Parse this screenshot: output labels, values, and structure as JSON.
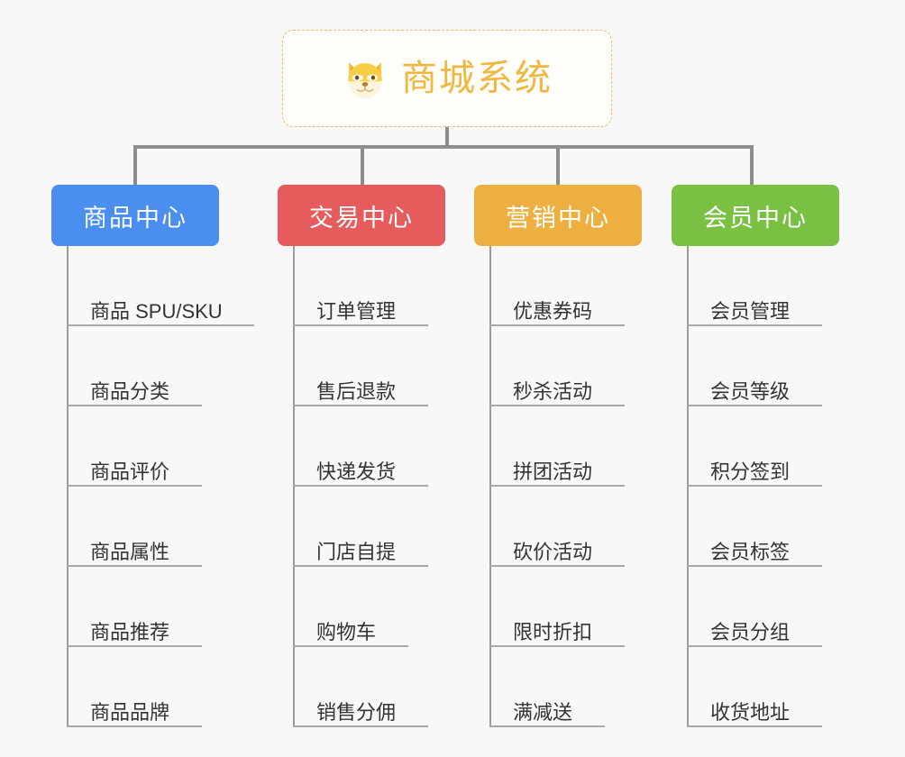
{
  "page": {
    "background_color": "#f8f8f8",
    "diagram_type": "mindmap-tree"
  },
  "root": {
    "title": "商城系统",
    "icon": "shiba-dog-emoji",
    "text_color": "#f0b73f",
    "border_color": "#e8b963",
    "background_color": "#fffefb"
  },
  "connector": {
    "color": "#8d8d8d"
  },
  "categories": [
    {
      "label": "商品中心",
      "color": "#4a8ef0",
      "items": [
        "商品 SPU/SKU",
        "商品分类",
        "商品评价",
        "商品属性",
        "商品推荐",
        "商品品牌"
      ]
    },
    {
      "label": "交易中心",
      "color": "#e65c5c",
      "items": [
        "订单管理",
        "售后退款",
        "快递发货",
        "门店自提",
        "购物车",
        "销售分佣"
      ]
    },
    {
      "label": "营销中心",
      "color": "#edaf3f",
      "items": [
        "优惠券码",
        "秒杀活动",
        "拼团活动",
        "砍价活动",
        "限时折扣",
        "满减送"
      ]
    },
    {
      "label": "会员中心",
      "color": "#7ac143",
      "items": [
        "会员管理",
        "会员等级",
        "积分签到",
        "会员标签",
        "会员分组",
        "收货地址"
      ]
    }
  ]
}
